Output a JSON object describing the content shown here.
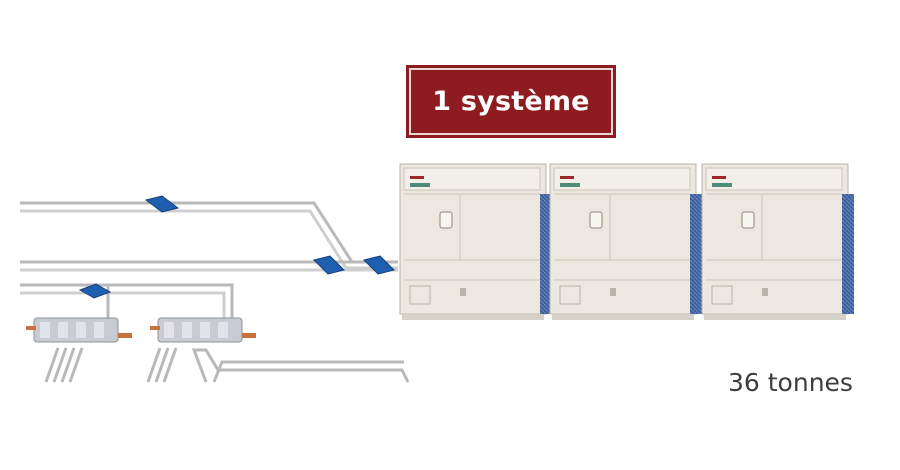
{
  "header": {
    "title": "1 système"
  },
  "footer": {
    "capacity_label": "36 tonnes"
  },
  "colors": {
    "badge_background": "#8e1b1f",
    "unit_body": "#ece8df",
    "coil_blue": "#3f5f9c",
    "piping": "#b8b8b8",
    "flag_blue": "#1f5fb0",
    "copper": "#c9733c"
  },
  "units": [
    {
      "name": "outdoor-unit-1"
    },
    {
      "name": "outdoor-unit-2"
    },
    {
      "name": "outdoor-unit-3"
    }
  ]
}
